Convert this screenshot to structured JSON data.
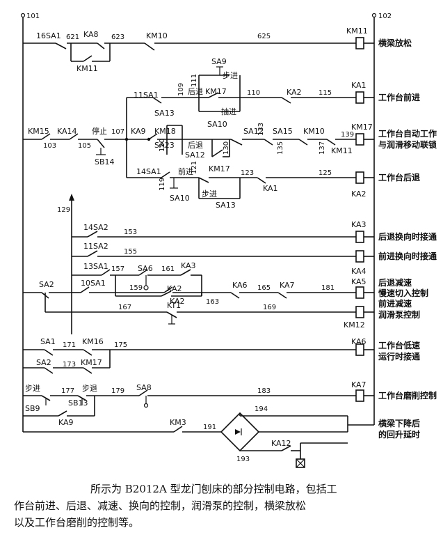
{
  "terminals": {
    "left": "101",
    "right": "102"
  },
  "contacts": {
    "sa16_1": "16SA1",
    "ka8": "KA8",
    "km11_top": "KM11",
    "km10_top": "KM10",
    "km11_coil_label": "KM11",
    "sa9": "SA9",
    "km17_a": "KM17",
    "sa13_a": "SA13",
    "sa10_a": "SA10",
    "sa11_1": "11SA1",
    "ka2_a": "KA2",
    "ka1_coil": "KA1",
    "km15": "KM15",
    "ka14": "KA14",
    "sb14": "SB14",
    "ka9_a": "KA9",
    "km18": "KM18",
    "sa23": "SA23",
    "sa12_a": "SA12",
    "sa12_b": "SA12",
    "sa15": "SA15",
    "km10_b": "KM10",
    "km11_b": "KM11",
    "km17_coil": "KM17",
    "sa14_1": "14SA1",
    "km17_b": "KM17",
    "sa10_b": "SA10",
    "sa13_b": "SA13",
    "ka1_b": "KA1",
    "ka2_coil": "KA2",
    "sa14_2": "14SA2",
    "ka3_coil": "KA3",
    "sa11_2": "11SA2",
    "ka4_coil": "KA4",
    "sa13_1": "13SA1",
    "sa6": "SA6",
    "ka3_b": "KA3",
    "ka2_b": "KA2",
    "sa2_a": "SA2",
    "sa10_1": "10SA1",
    "ka2_c": "KA2",
    "ka6_a": "KA6",
    "ka7_a": "KA7",
    "ka5_coil": "KA5",
    "kt1": "KT1",
    "km12_coil": "KM12",
    "sa1": "SA1",
    "km16": "KM16",
    "ka6_coil": "KA6",
    "sa2_b": "SA2",
    "km17_c": "KM17",
    "sb9": "SB9",
    "sb13": "SB13",
    "ka9_b": "KA9",
    "sa8": "SA8",
    "ka7_coil": "KA7",
    "km3": "KM3",
    "ka12": "KA12"
  },
  "texts": {
    "bujin": "步进",
    "choujin": "抽进",
    "houtui": "后退",
    "tingzhi": "停止",
    "qianjin": "前进",
    "bujin2": "步进",
    "butui": "步退"
  },
  "wire_numbers": {
    "n621": "621",
    "n623": "623",
    "n625": "625",
    "n109": "109",
    "n111": "111",
    "n110": "110",
    "n115": "115",
    "n103": "103",
    "n105": "105",
    "n107": "107",
    "n120": "120",
    "n130": "130",
    "n133": "133",
    "n135": "135",
    "n137": "137",
    "n139": "139",
    "n119": "119",
    "n121": "121",
    "n123": "123",
    "n125": "125",
    "n129": "129",
    "n153": "153",
    "n155": "155",
    "n157": "157",
    "n161": "161",
    "n159": "159",
    "n163": "163",
    "n165": "165",
    "n181": "181",
    "n167": "167",
    "n169": "169",
    "n171": "171",
    "n175": "175",
    "n173": "173",
    "n177": "177",
    "n179": "179",
    "n183": "183",
    "n194": "194",
    "n191": "191",
    "n193": "193"
  },
  "functions": {
    "f1": "横梁放松",
    "f2": "工作台前进",
    "f3a": "工作台自动工作",
    "f3b": "与润滑移动联锁",
    "f4": "工作台后退",
    "f5": "后退换向时接通",
    "f6": "前进换向时接通",
    "f7a": "后退减速",
    "f7b": "慢速切入控制",
    "f7c": "前进减速",
    "f8": "润滑泵控制",
    "f9a": "工作台低速",
    "f9b": "运行时接通",
    "f10": "工作台磨削控制",
    "f11a": "横梁下降后",
    "f11b": "的回升延时"
  },
  "caption": {
    "line1": "所示为 B2012A 型龙门刨床的部分控制电路，包括工",
    "line2": "作台前进、后退、减速、换向的控制，润滑泵的控制，横梁放松",
    "line3": "以及工作台磨削的控制等。"
  }
}
